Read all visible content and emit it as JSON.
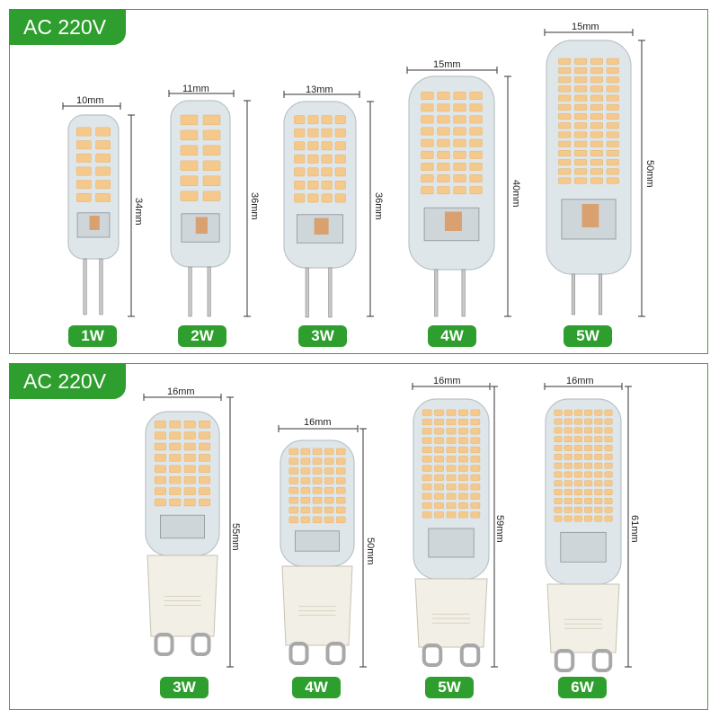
{
  "top": {
    "tag": "AC 220V",
    "bulbs": [
      {
        "watt": "1W",
        "width": "10mm",
        "height": "34mm"
      },
      {
        "watt": "2W",
        "width": "11mm",
        "height": "36mm"
      },
      {
        "watt": "3W",
        "width": "13mm",
        "height": "36mm"
      },
      {
        "watt": "4W",
        "width": "15mm",
        "height": "40mm"
      },
      {
        "watt": "5W",
        "width": "15mm",
        "height": "50mm"
      }
    ]
  },
  "bottom": {
    "tag": "AC 220V",
    "bulbs": [
      {
        "watt": "3W",
        "width": "16mm",
        "height": "55mm"
      },
      {
        "watt": "4W",
        "width": "16mm",
        "height": "50mm"
      },
      {
        "watt": "5W",
        "width": "16mm",
        "height": "59mm"
      },
      {
        "watt": "6W",
        "width": "16mm",
        "height": "61mm"
      }
    ]
  },
  "colors": {
    "accent": "#2e9e2e",
    "border": "#3aa63a",
    "led": "#f5c98c",
    "silicone": "#dfe6ea",
    "ceramic": "#f2efe6"
  }
}
